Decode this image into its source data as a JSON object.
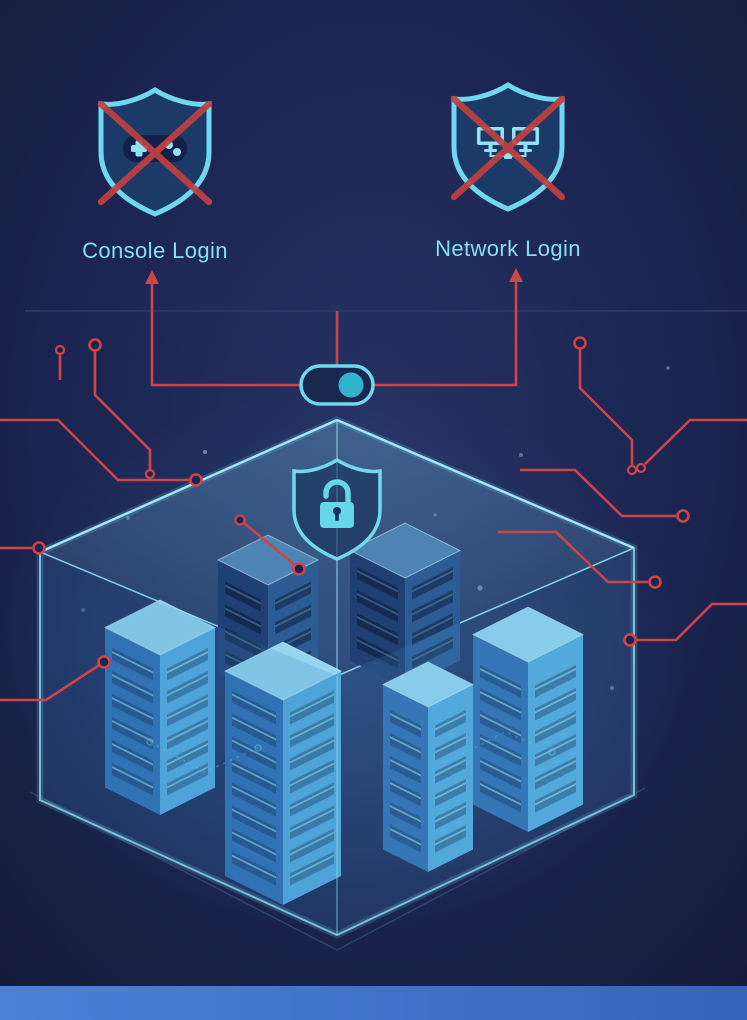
{
  "illustration": {
    "labels": {
      "console_login": "Console Login",
      "network_login": "Network Login"
    },
    "icons": {
      "console_shield": "shield-with-crossed-game-controller",
      "network_shield": "shield-with-crossed-network-computers",
      "toggle": "toggle-switch-on",
      "lock_shield": "shield-with-unlocked-padlock",
      "servers": "isometric-server-racks-in-glass-cube",
      "circuit": "red-circuit-traces-with-nodes",
      "arrows": "red-up-arrows"
    },
    "colors": {
      "background": "#1b2450",
      "accent_cyan": "#6edcf2",
      "accent_red": "#cf4444",
      "label_text": "#86dff2",
      "glass_edge": "#8fdcf2",
      "rack_front_left": "#2f6fb0",
      "rack_front_right": "#53acdd",
      "rack_front_top": "#93d6ee",
      "rack_back_left": "#203f72",
      "rack_back_right": "#2d5c95",
      "rack_back_top": "#4d84b4",
      "bottom_bar_left": "#4b82d6",
      "bottom_bar_right": "#3565bb"
    }
  }
}
